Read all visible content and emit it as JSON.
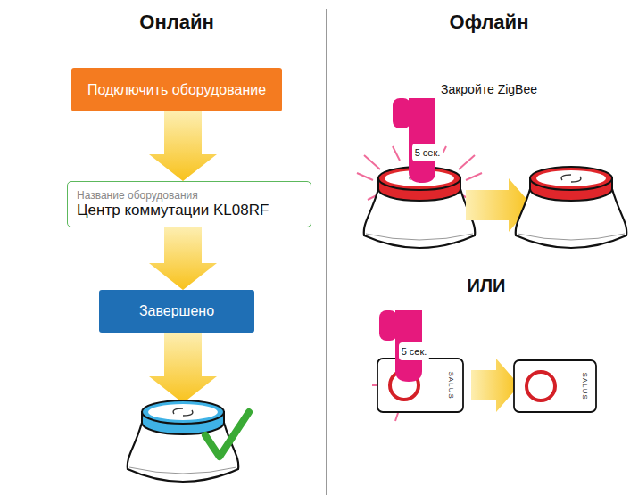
{
  "diagram": {
    "nodes": [
      {
        "text": [
          "Подключить оборудование"
        ]
      },
      {
        "text": [
          "Название оборудования",
          "Центр коммутации KL08RF"
        ]
      },
      {
        "text": [
          "Завершено"
        ]
      }
    ],
    "edges": [
      {
        "from": 0,
        "to": 1,
        "arrow": "to"
      },
      {
        "from": 1,
        "to": 2,
        "arrow": "to"
      }
    ],
    "labels": [
      "Онлайн",
      "Офлайн",
      "Закройте ZigBee",
      "5 сек.",
      "ИЛИ",
      "5 сек.",
      "SALUS",
      "SALUS"
    ]
  }
}
